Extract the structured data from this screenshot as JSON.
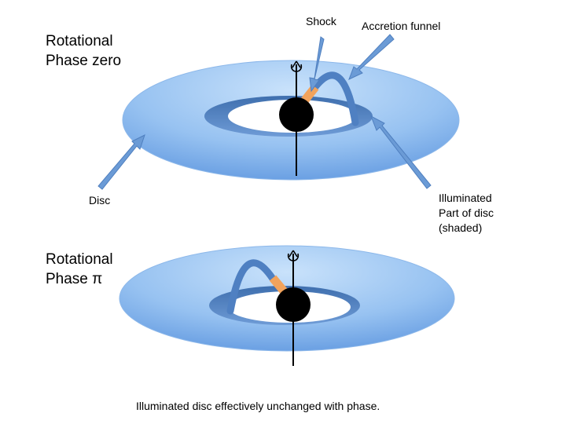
{
  "panel_top": {
    "title_line1": "Rotational",
    "title_line2": "Phase zero",
    "label_shock": "Shock",
    "label_funnel": "Accretion funnel",
    "label_disc": "Disc",
    "label_illum_line1": "Illuminated",
    "label_illum_line2": "Part of disc",
    "label_illum_line3": "(shaded)"
  },
  "panel_bottom": {
    "title_line1": "Rotational",
    "title_line2": "Phase π"
  },
  "caption": "Illuminated disc effectively unchanged with phase.",
  "colors": {
    "disc_light": "#c7e1fb",
    "disc_dark": "#5c95e0",
    "shaded_ring": "#4a79b8",
    "funnel": "#4f80c2",
    "shock": "#f2a35c",
    "star": "#000000",
    "pointer_arrow": "#6b9bd6"
  },
  "icons": {
    "rotation_axis": "rotation-arrow-icon"
  }
}
